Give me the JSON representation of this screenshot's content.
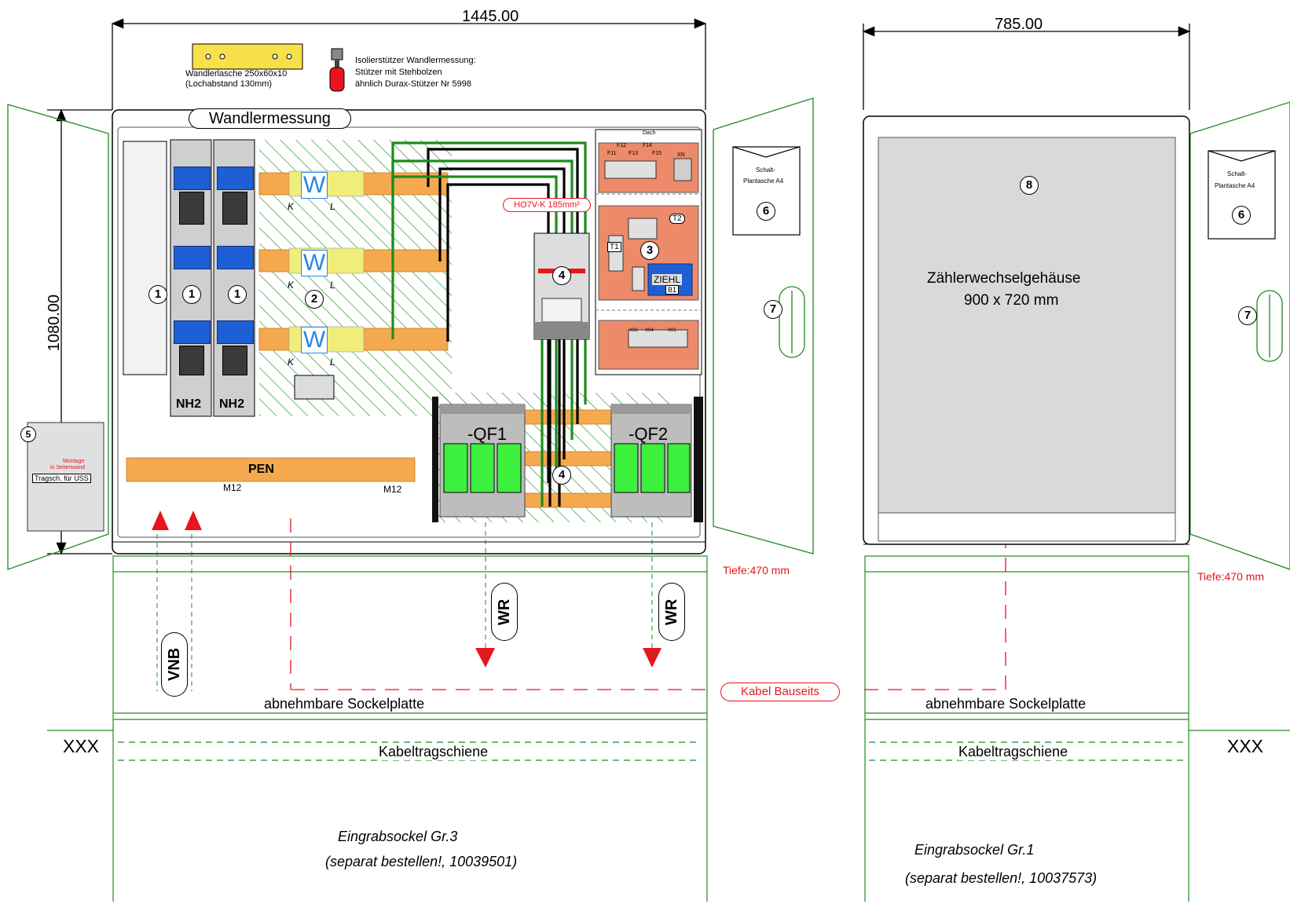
{
  "dimensions": {
    "width_main": "1445.00",
    "width_right": "785.00",
    "height": "1080.00"
  },
  "notes": {
    "lasche_line1": "Wandlerlasche 250x60x10",
    "lasche_line2": "(Lochabstand 130mm)",
    "stuetzer_line1": "Isolierstützer Wandlermessung:",
    "stuetzer_line2": "Stützer mit Stehbolzen",
    "stuetzer_line3": "ähnlich Durax-Stützer Nr 5998"
  },
  "title": "Wandlermessung",
  "cable_label": "HO7V-K 185mm²",
  "fuse_label": "NH2",
  "transformer_label": "W",
  "transformer_terminals": {
    "k": "K",
    "l": "L"
  },
  "pen": {
    "label": "PEN",
    "m12": "M12"
  },
  "breakers": {
    "qf1": "-QF1",
    "qf2": "-QF2"
  },
  "control_panel": {
    "dach": "Dach",
    "fuses": [
      "F12",
      "F14",
      "F11",
      "F13",
      "F15"
    ],
    "xn": "XN",
    "t1": "T1",
    "t2": "T2",
    "ziehl": "ZIEHL",
    "b1": "B1",
    "terminals": [
      "X02",
      "X04",
      "X01"
    ]
  },
  "callouts": [
    "1",
    "2",
    "3",
    "4",
    "5",
    "6",
    "7",
    "8"
  ],
  "side_box": {
    "line1": "Montage",
    "line2": "in Seitenwand",
    "rail": "Tragsch. für USS"
  },
  "plan_pocket": {
    "line1": "Schalt-",
    "line2": "Plantasche A4"
  },
  "tiefe": "Tiefe:470 mm",
  "meter_housing": {
    "line1": "Zählerwechselgehäuse",
    "line2": "900 x 720 mm"
  },
  "vertical_labels": {
    "vnb": "VNB",
    "wr": "WR"
  },
  "kabel_bauseits": "Kabel Bauseits",
  "sockelplatte": "abnehmbare Sockelplatte",
  "kabeltragschiene": "Kabeltragschiene",
  "xxx": "XXX",
  "sockel_left": {
    "line1": "Eingrabsockel Gr.3",
    "line2": "(separat bestellen!, 10039501)"
  },
  "sockel_right": {
    "line1": "Eingrabsockel Gr.1",
    "line2": "(separat bestellen!, 10037573)"
  },
  "colors": {
    "copper": "#f5a94e",
    "green_line": "#1e8c1e",
    "red": "#e8141e",
    "breaker_green": "#3ef03e",
    "housing_grey": "#d9d9d9",
    "fuse_blue": "#1f5fd6"
  }
}
